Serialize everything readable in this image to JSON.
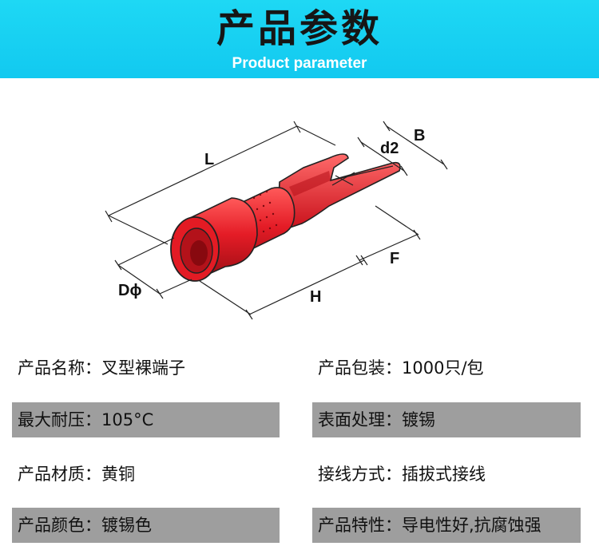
{
  "header": {
    "title": "产品参数",
    "subtitle": "Product parameter"
  },
  "diagram": {
    "labels": {
      "L": "L",
      "B": "B",
      "d2": "d2",
      "F": "F",
      "H": "H",
      "D": "Dϕ"
    }
  },
  "params": [
    {
      "label": "产品名称：",
      "value": "叉型裸端子"
    },
    {
      "label": "产品包装：",
      "value": "1000只/包"
    },
    {
      "label": "最大耐压：",
      "value": "105°C"
    },
    {
      "label": "表面处理：",
      "value": "镀锡"
    },
    {
      "label": "产品材质：",
      "value": "黄铜"
    },
    {
      "label": "接线方式：",
      "value": "插拔式接线"
    },
    {
      "label": "产品颜色：",
      "value": "镀锡色"
    },
    {
      "label": "产品特性：",
      "value": "导电性好,抗腐蚀强"
    }
  ],
  "colors": {
    "banner": "#12c9f0",
    "row_highlight": "#9e9e9e",
    "part_fill": "#e41c26"
  }
}
